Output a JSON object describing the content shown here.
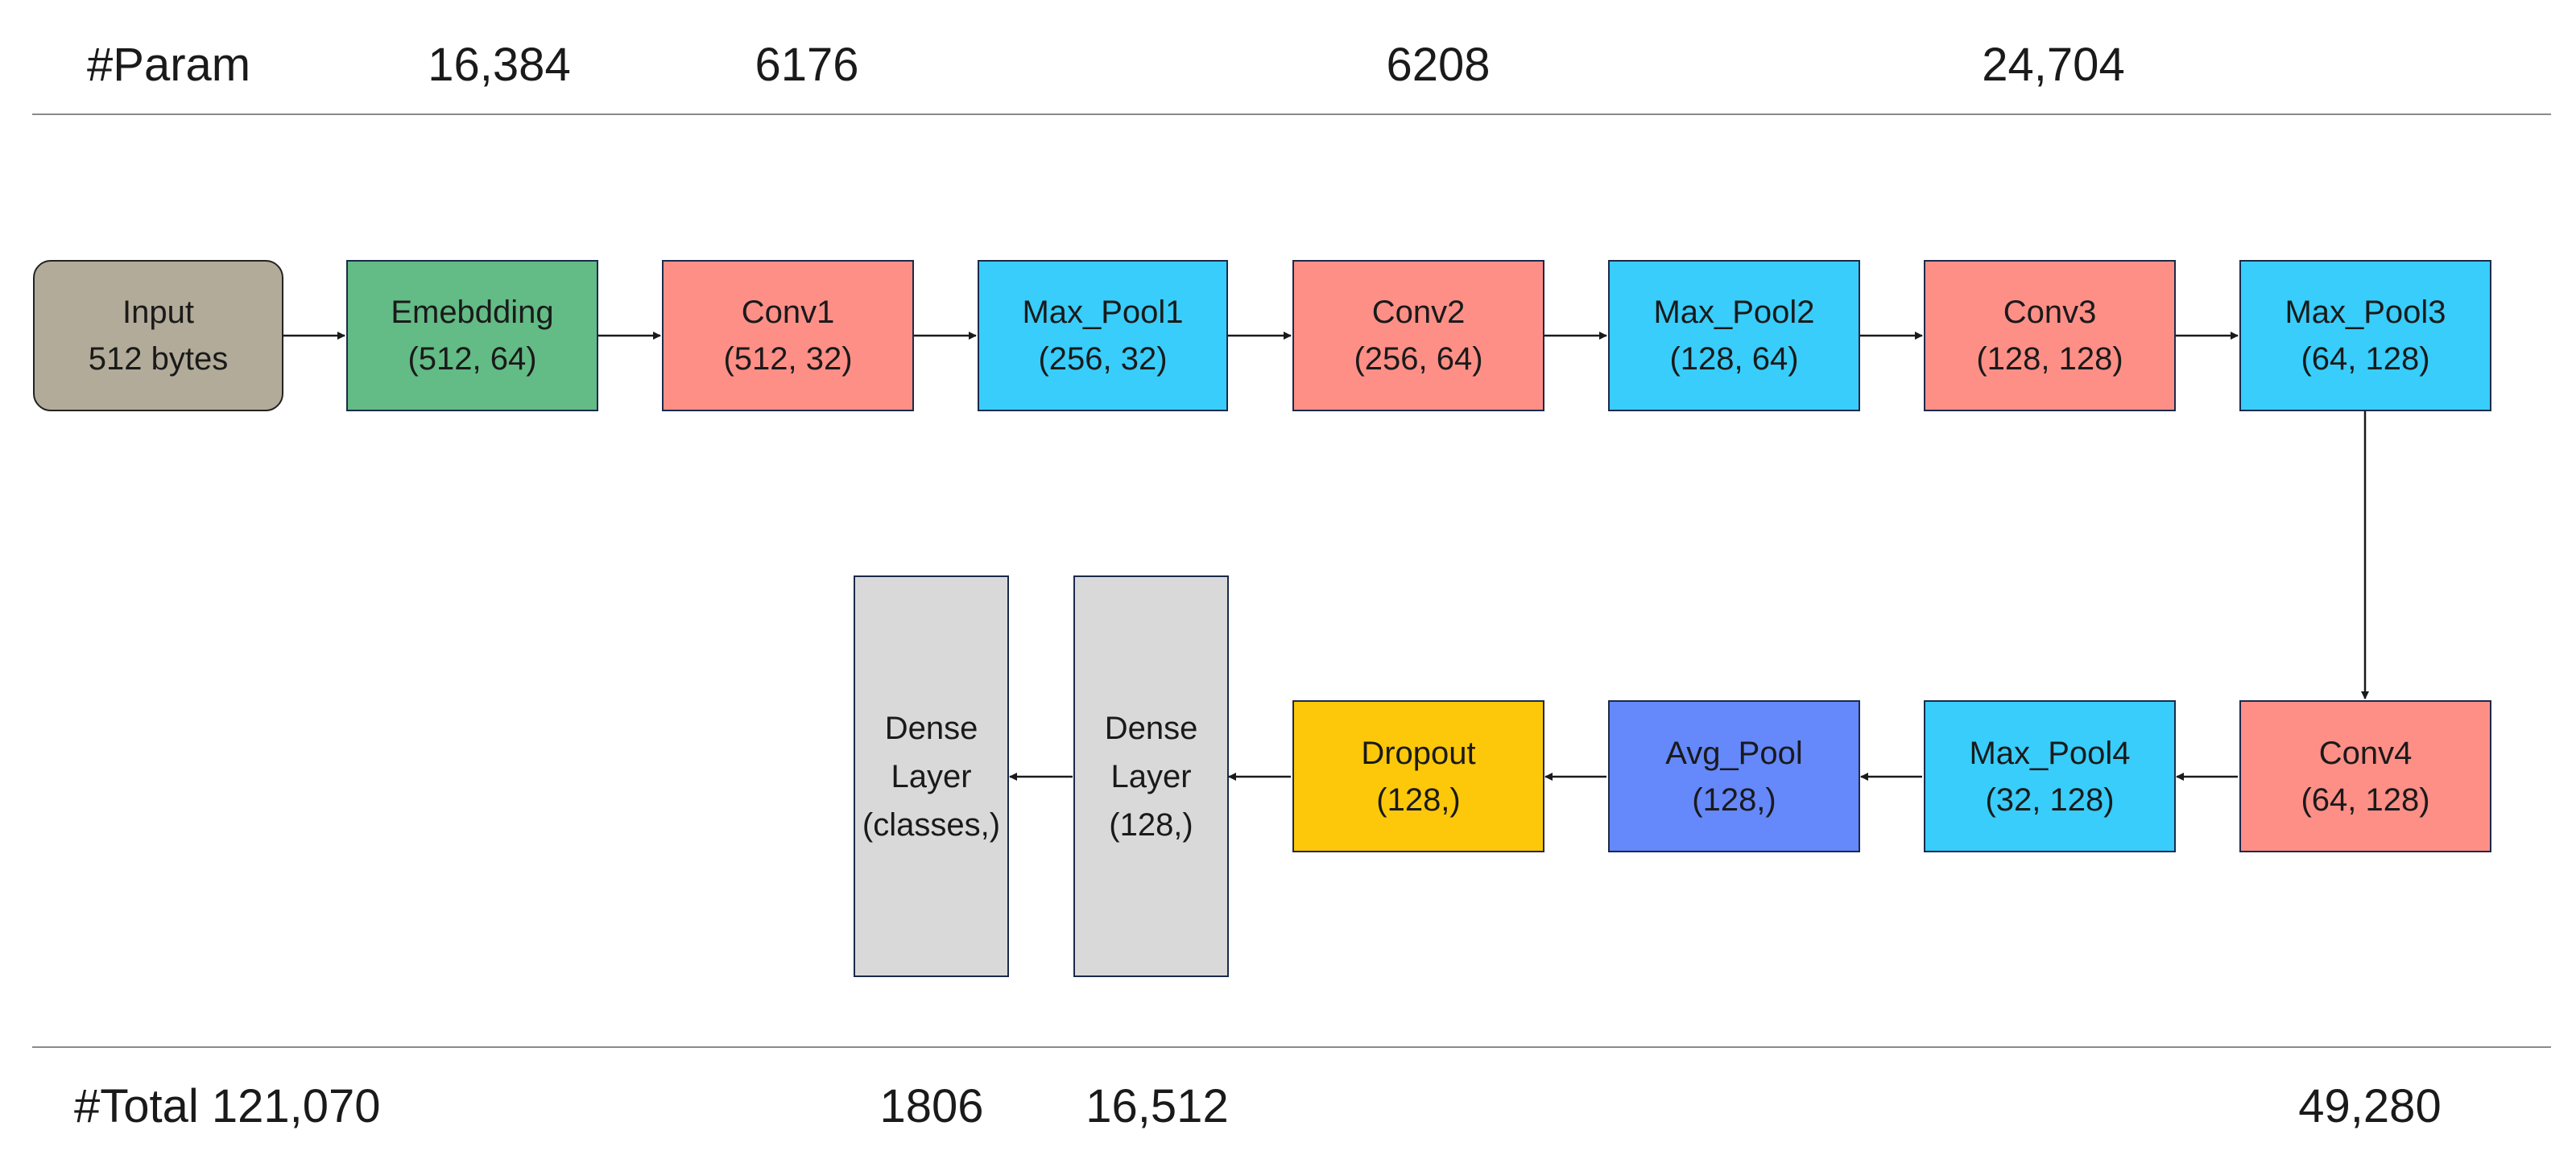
{
  "header": {
    "label": "#Param",
    "values": [
      "16,384",
      "6176",
      "6208",
      "24,704"
    ]
  },
  "footer": {
    "label": "#Total 121,070",
    "values": [
      "1806",
      "16,512",
      "49,280"
    ]
  },
  "nodes": {
    "input": {
      "line1": "Input",
      "line2": "512 bytes",
      "color": "#b2ab9a"
    },
    "embedding": {
      "line1": "Emebdding",
      "line2": "(512, 64)",
      "color": "#63bb85"
    },
    "conv1": {
      "line1": "Conv1",
      "line2": "(512, 32)",
      "color": "#fd8f87"
    },
    "max_pool1": {
      "line1": "Max_Pool1",
      "line2": "(256, 32)",
      "color": "#38cdfb"
    },
    "conv2": {
      "line1": "Conv2",
      "line2": "(256, 64)",
      "color": "#fd8f87"
    },
    "max_pool2": {
      "line1": "Max_Pool2",
      "line2": "(128, 64)",
      "color": "#38cdfb"
    },
    "conv3": {
      "line1": "Conv3",
      "line2": "(128, 128)",
      "color": "#fd8f87"
    },
    "max_pool3": {
      "line1": "Max_Pool3",
      "line2": "(64, 128)",
      "color": "#38cdfb"
    },
    "conv4": {
      "line1": "Conv4",
      "line2": "(64, 128)",
      "color": "#fd8f87"
    },
    "max_pool4": {
      "line1": "Max_Pool4",
      "line2": "(32, 128)",
      "color": "#38cdfb"
    },
    "avg_pool": {
      "line1": "Avg_Pool",
      "line2": "(128,)",
      "color": "#6588fb"
    },
    "dropout": {
      "line1": "Dropout",
      "line2": "(128,)",
      "color": "#fdc80a"
    },
    "dense1": {
      "line1": "Dense",
      "line2": "Layer",
      "line3": "(128,)",
      "color": "#d9d9d9"
    },
    "dense2": {
      "line1": "Dense",
      "line2": "Layer",
      "line3": "(classes,)",
      "color": "#d9d9d9"
    }
  }
}
